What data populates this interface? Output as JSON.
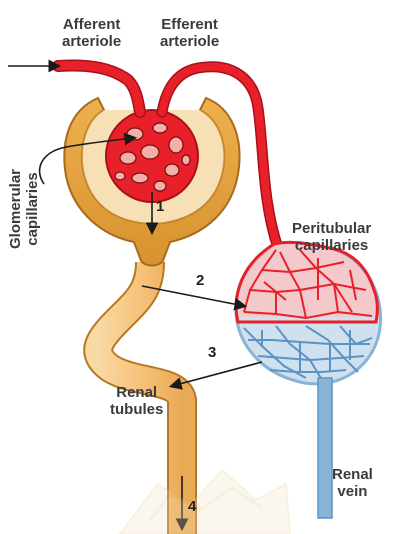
{
  "labels": {
    "afferent": "Afferent\narteriole",
    "efferent": "Efferent\narteriole",
    "glomerular": "Glomerular\ncapillaries",
    "peritubular": "Peritubular\ncapillaries",
    "renal_tubules": "Renal\ntubules",
    "renal_vein": "Renal\nvein"
  },
  "numbers": {
    "n1": "1",
    "n2": "2",
    "n3": "3",
    "n4": "4"
  },
  "colors": {
    "artery": "#e8202a",
    "vein": "#8ab4d6",
    "tubule": "#f6c785",
    "capsule": "#e0a247",
    "outline": "#c07a20"
  }
}
